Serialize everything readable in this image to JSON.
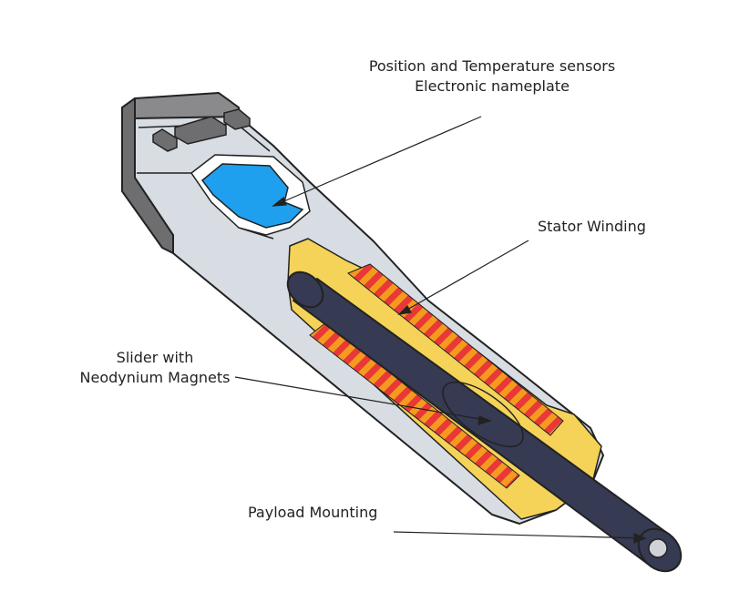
{
  "labels": {
    "sensors_line1": "Position and Temperature sensors",
    "sensors_line2": "Electronic nameplate",
    "stator": "Stator Winding",
    "slider_line1": "Slider with",
    "slider_line2": "Neodynium Magnets",
    "payload": "Payload Mounting"
  },
  "colors": {
    "housing": "#d8dde3",
    "housing_stroke": "#222222",
    "end_cap": "#6e6e70",
    "end_cap_light": "#8a8a8c",
    "sensor": "#1ea0ee",
    "yellow_fill": "#f4d358",
    "winding_red": "#e83838",
    "winding_orange": "#f59a1e",
    "rod": "#363a52",
    "rod_tip": "#cfd2d6",
    "leader": "#222222"
  }
}
